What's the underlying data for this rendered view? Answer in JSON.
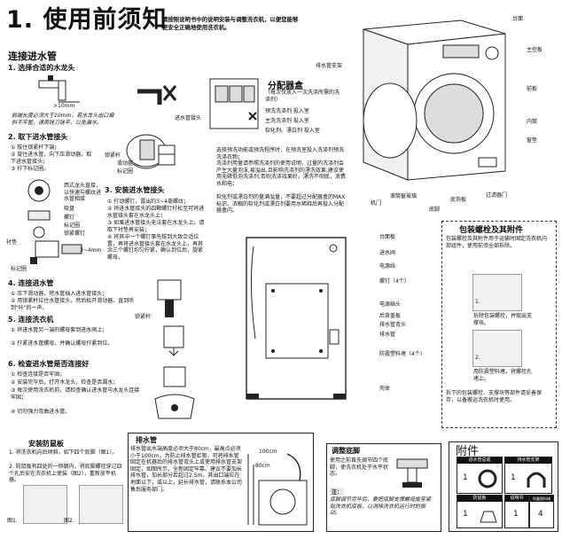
{
  "header": {
    "num_title": "1. 使用前须知",
    "intro_line1": "请按照说明书中的说明安装与调整洗衣机，以便您能够",
    "intro_line2": "更安全正确地使用洗衣机。"
  },
  "inlet": {
    "title": "连接进水管",
    "step1": "1. 选择合适的水龙头",
    "dim": ">10mm",
    "note": "前端长度必须大于10mm，若水龙头出口偏斜不平整，请用锉刀锉平，以免漏水。",
    "step2": "2. 取下进水管接头",
    "list2": [
      "① 拔住锁紧杆下端；",
      "② 旋住进水管，向下压滑动器，取下进水管接头；",
      "③ 拧下标记圈。"
    ],
    "labels_a": [
      "进水管接头",
      "锁紧杆",
      "滑动器",
      "标记圈"
    ],
    "parts": [
      "西式龙头直接，以快速与螺纹进水管相接",
      "吸盘",
      "螺钉",
      "标记圈",
      "锁紧螺钉"
    ],
    "labels_b": [
      "衬垫",
      "3~4mm",
      "标记圈"
    ],
    "step3": "3. 安装进水管接头",
    "list3": [
      "① 拧动螺钉，露出约3~4毫螺纹；",
      "② 将进水管接头的四颗螺钉拧松至可将进水管接头套在水龙头上；",
      "③ 如果进水管接头无法套在水龙头上，请取下衬垫再安装；",
      "④ 将其中一个螺钉事先拔到大致合适位置，再将进水管接头套在水龙头上，再其余三个螺钉均匀拧紧，确认到位后，旋紧螺母。"
    ],
    "lock_label": "锁紧杆",
    "step4": "4. 连接进水管",
    "list4": [
      "① 压下滑动器，将水管插入进水管接头；",
      "② 用锁紧杆拉住水管接头，然后松开滑动器，直到听到\"咔\"的一声。"
    ],
    "step5": "5. 连接洗衣机",
    "list5": [
      "① 将进水管另一端的螺母套到进水阀上；",
      "② 拧紧进水管螺母，并确认螺母拧紧到位。"
    ],
    "step6": "6. 检查进水管是否连接好",
    "list6": [
      "① 检查连接是否牢固；",
      "② 安装完毕后，打开水龙头，检查是否漏水；",
      "③ 每次使用洗衣机前，请检查确认进水管与水龙头连接牢固；",
      "④ 切勿强力弯曲进水管。"
    ]
  },
  "dispenser": {
    "title": "分配器盒",
    "sub": "（每次仅放入一次洗涤所需的洗涤剂）",
    "items": [
      "预洗洗涤剂  投入室",
      "主洗洗涤剂  投入室",
      "软化剂、漂白剂  投入室"
    ],
    "tips": [
      "选择预洗功能或预洗程序时，在预洗室投入洗涤剂预洗洗涤衣物；",
      "洗涤剂用量请参照洗涤剂的使用说明，过量的洗涤剂会产生大量泡沫,易溢出,且影响洗涤剂的漂洗效果;建议使用无磷低泡洗涤剂,否则洗涤效果好，漂洗不彻底，浪费水和电；",
      "软化剂或漂白剂的量满溢量，不要超过分配器盒的MAX标识。浓稠的软化剂或漂白剂要用水稀释后再投入分配器盒内。"
    ]
  },
  "machine": {
    "labels": [
      "台面",
      "主控板",
      "前板",
      "内筒",
      "窗垫",
      "机门",
      "滚筒窗玻璃",
      "底脚",
      "底饰板",
      "过滤器门",
      "排水管支架"
    ]
  },
  "rear": {
    "labels": [
      "台面板",
      "进水阀",
      "电源线",
      "螺钉（4个）",
      "电源插头",
      "后背盖板",
      "排水管弯头",
      "排水管",
      "防震塑料堵（4个）",
      "壳体"
    ]
  },
  "packing": {
    "title": "包装螺栓及其附件",
    "desc": "包装螺栓及其附件用于运输时固定洗衣机内部组件，使用前须全部拆除。",
    "step1": "拆除包装螺栓，并取出支撑块。",
    "step2": "用防震塑料堵，将螺栓孔堵上。",
    "note": "拆下的包装螺栓、支撑块等部件请妥善保存，以备搬运洗衣机时使用。"
  },
  "rodent": {
    "title": "安装防鼠板",
    "list": [
      "1. 将洗衣机向后倾斜，如下四个底脚（图1）。",
      "2. 防鼠板有四处的一侧朝内，将底脚螺栓穿过四个孔后安在洗衣机上使装（图2），重新放平机器。"
    ],
    "fig1": "图1.",
    "fig2": "图2."
  },
  "drain": {
    "title": "排水管",
    "text": "排水管出水端高度必须大于80cm，最高点必须小于100cm，为防止排水管虹吸，可将排水管固定在机器后的排水管弯头上或使用排水管支架固定，如图所示，全新固定牢靠。建议不要加长排水管，加长部分若超过2.5m，其出口端应在地面以下，或以上，延长排水管，请联系本公司售后服务部门。",
    "dim1": "100cm",
    "dim2": "80cm"
  },
  "feet": {
    "title": "调整底脚",
    "text": "使用之前首先调节四个底脚，使洗衣机处于水平状态。",
    "note_title": "注：",
    "note": "底脚调节完毕后，要把底脚支撑螺母旋至紧贴洗衣机底板，以消除洗衣机运行时的振动。"
  },
  "accessories": {
    "title": "附件",
    "items": [
      {
        "name": "进水管总成",
        "qty": "1"
      },
      {
        "name": "排水管支架",
        "qty": "1"
      },
      {
        "name": "防鼠板",
        "qty": "1"
      },
      {
        "name": "说明书",
        "qty": "1"
      },
      {
        "name": "防震塑料堵",
        "qty": "4"
      }
    ]
  },
  "colors": {
    "ink": "#111111",
    "border": "#222222",
    "title_bg": "#111111"
  }
}
